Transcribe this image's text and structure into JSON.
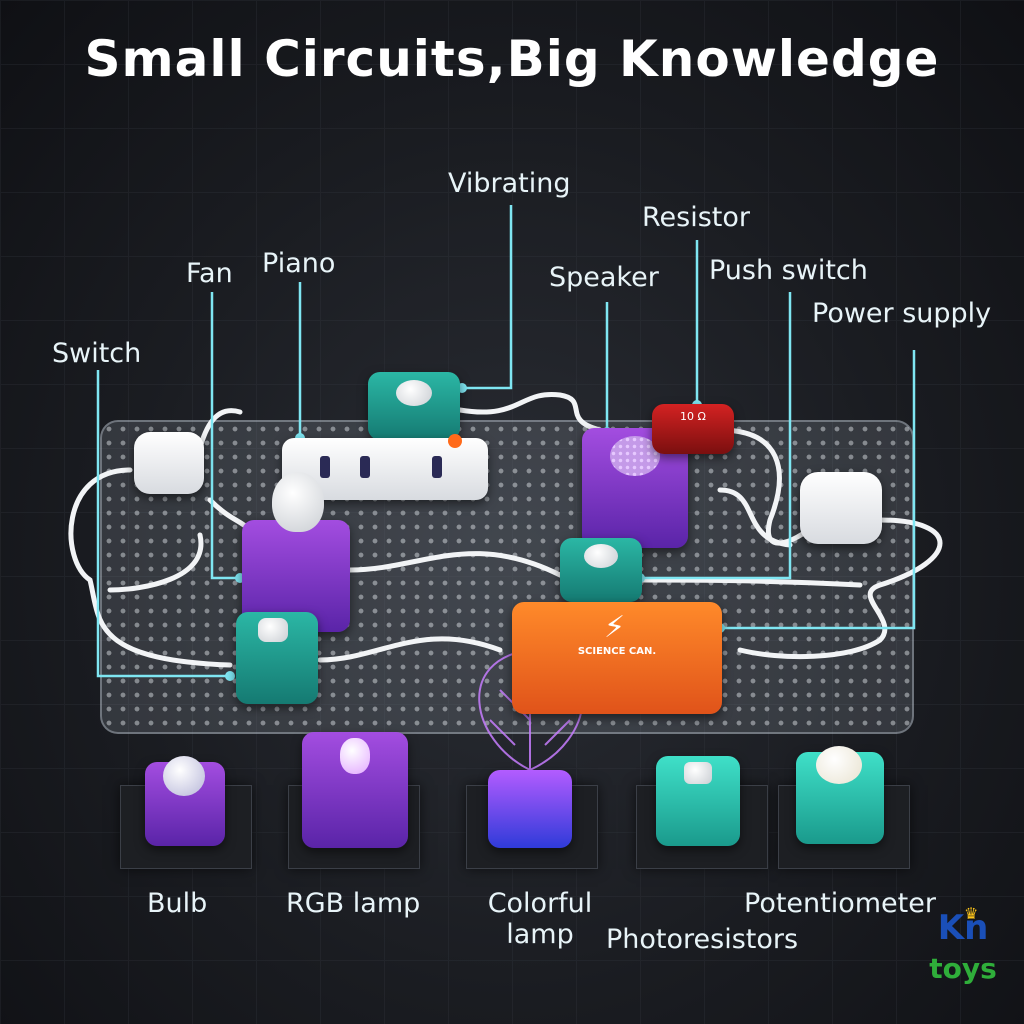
{
  "title": "Small Circuits,Big Knowledge",
  "labels": {
    "vibrating": "Vibrating",
    "resistor": "Resistor",
    "fan": "Fan",
    "piano": "Piano",
    "speaker": "Speaker",
    "push_switch": "Push switch",
    "power_supply": "Power supply",
    "switch": "Switch",
    "bulb": "Bulb",
    "rgb_lamp": "RGB lamp",
    "colorful_lamp_line1": "Colorful",
    "colorful_lamp_line2": "lamp",
    "potentiometer": "Potentiometer",
    "photoresistors": "Photoresistors"
  },
  "battery": {
    "brand": "SCIENCE CAN."
  },
  "resistor_value": "10 Ω",
  "logo": {
    "line1": "Kn",
    "line2": "toys"
  },
  "icons": {
    "battery": "lightning-bolt-icon",
    "crown": "crown-icon"
  },
  "colors": {
    "callout": "#7fe6f2",
    "teal": "#2bb7a5",
    "purple": "#8a3bd1",
    "orange": "#ff7a22",
    "logo_blue": "#1a4fb8",
    "logo_green": "#2fae3a"
  }
}
